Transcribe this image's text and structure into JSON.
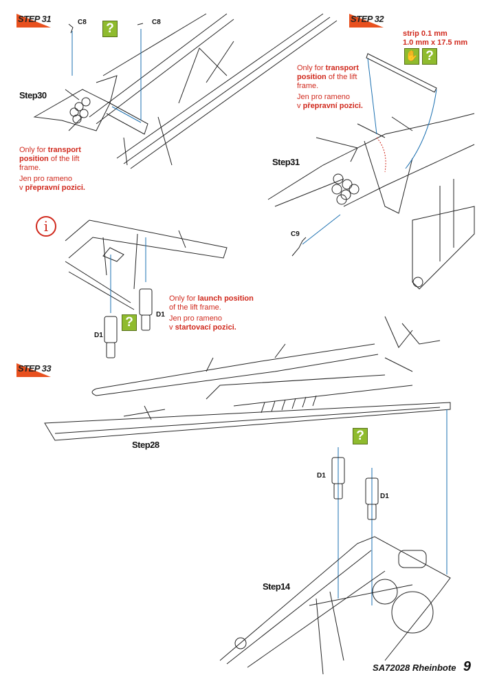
{
  "steps": {
    "step31": {
      "label": "STEP 31",
      "parts": [
        "C8",
        "C8"
      ],
      "ref": "Step30",
      "note": {
        "line1_pre": "Only for ",
        "line1_bold": "transport",
        "line2_bold": "position",
        "line2_post": " of the lift",
        "line3": "frame.",
        "cz1": "Jen pro rameno",
        "cz2_pre": "v ",
        "cz2_bold": "přepravní pozici."
      }
    },
    "step32": {
      "label": "STEP 32",
      "strip_line1": "strip 0.1 mm",
      "strip_line2": "1.0 mm x 17.5 mm",
      "part": "C9",
      "ref": "Step31",
      "note": {
        "line1_pre": "Only for ",
        "line1_bold": "transport",
        "line2_bold": "position",
        "line2_post": " of the lift",
        "line3": "frame.",
        "cz1": "Jen pro rameno",
        "cz2_pre": "v ",
        "cz2_bold": "přepravní pozici."
      }
    },
    "launch": {
      "info_icon": "i",
      "parts": [
        "D1",
        "D1"
      ],
      "note": {
        "line1_pre": "Only for ",
        "line1_bold": "launch position",
        "line2": "of the lift frame.",
        "cz1": "Jen pro rameno",
        "cz2_pre": "v ",
        "cz2_bold": "startovací pozici."
      }
    },
    "step33": {
      "label": "STEP 33",
      "ref_top": "Step28",
      "ref_bottom": "Step14",
      "parts": [
        "D1",
        "D1"
      ]
    }
  },
  "icons": {
    "question": "?",
    "hand": "✋"
  },
  "colors": {
    "accent": "#e8501e",
    "note": "#d0281c",
    "icon_green": "#8fbb2e",
    "leader": "#1a6fb0"
  },
  "footer": {
    "title": "SA72028 Rheinbote",
    "page": "9"
  }
}
